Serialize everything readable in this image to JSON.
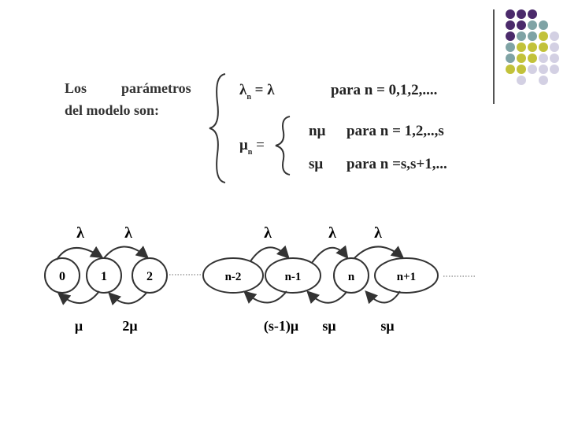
{
  "intro": {
    "line1_a": "Los",
    "line1_b": "parámetros",
    "line2": "del modelo son:"
  },
  "lambda": {
    "lhs_symbol": "λ",
    "lhs_sub": "n",
    "equals": "= λ",
    "condition": "para n = 0,1,2,...."
  },
  "mu": {
    "lhs_symbol": "μ",
    "lhs_sub": "n",
    "equals": "=",
    "cases": [
      {
        "value": "nμ",
        "condition": "para n = 1,2,..,s"
      },
      {
        "value": "sμ",
        "condition": "para n =s,s+1,..."
      }
    ]
  },
  "diagram": {
    "states": [
      "0",
      "1",
      "2",
      "n-2",
      "n-1",
      "n",
      "n+1"
    ],
    "birth_labels": [
      "λ",
      "λ",
      "λ",
      "λ",
      "λ"
    ],
    "death_labels": [
      "μ",
      "2μ",
      "(s-1)μ",
      "sμ",
      "sμ"
    ],
    "ellipsis": "........"
  },
  "colors": {
    "purple": "#4b2a6b",
    "teal": "#7fa3a5",
    "olive": "#c2c23a",
    "lavender": "#d3d0e3"
  },
  "decoration": {
    "grid": [
      [
        "purple",
        "purple",
        "purple",
        "",
        ""
      ],
      [
        "purple",
        "purple",
        "teal",
        "teal",
        ""
      ],
      [
        "purple",
        "teal",
        "teal",
        "olive",
        "lavender"
      ],
      [
        "teal",
        "olive",
        "olive",
        "olive",
        "lavender"
      ],
      [
        "teal",
        "olive",
        "olive",
        "lavender",
        "lavender"
      ],
      [
        "olive",
        "olive",
        "lavender",
        "lavender",
        "lavender"
      ],
      [
        "",
        "lavender",
        "",
        "lavender",
        ""
      ]
    ]
  }
}
